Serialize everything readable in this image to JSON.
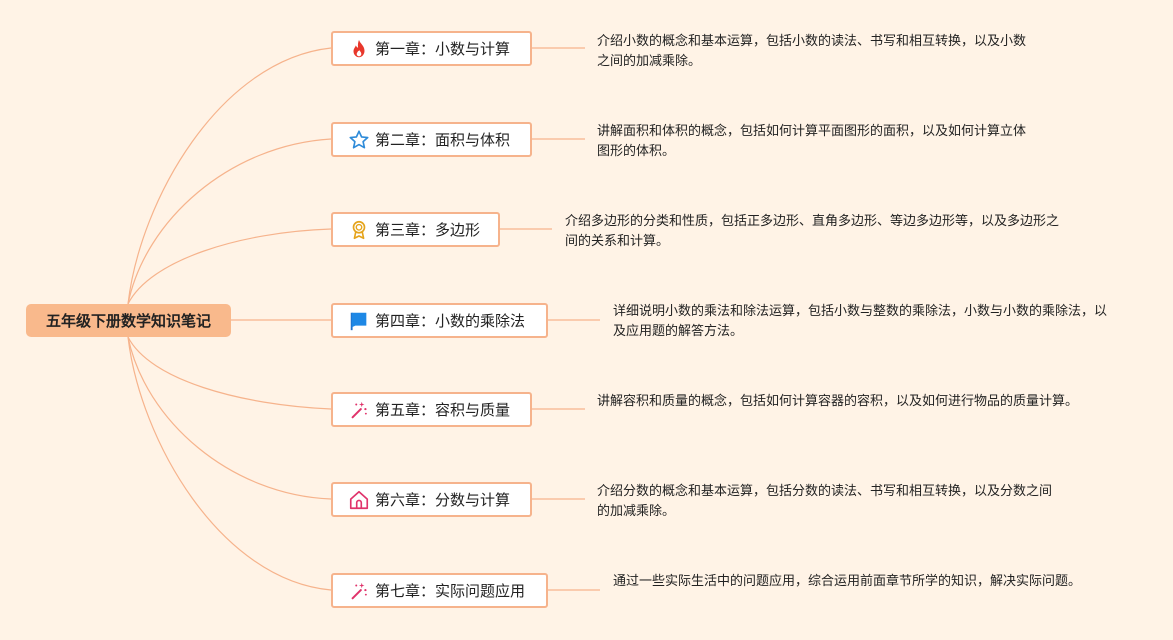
{
  "root": {
    "label": "五年级下册数学知识笔记"
  },
  "chapters": [
    {
      "label": "第一章：小数与计算",
      "icon": "fire-icon",
      "description": "介绍小数的概念和基本运算，包括小数的读法、书写和相互转换，以及小数之间的加减乘除。"
    },
    {
      "label": "第二章：面积与体积",
      "icon": "star-icon",
      "description": "讲解面积和体积的概念，包括如何计算平面图形的面积，以及如何计算立体图形的体积。"
    },
    {
      "label": "第三章：多边形",
      "icon": "award-medal-icon",
      "description": "介绍多边形的分类和性质，包括正多边形、直角多边形、等边多边形等，以及多边形之间的关系和计算。"
    },
    {
      "label": "第四章：小数的乘除法",
      "icon": "flag-icon",
      "description": "详细说明小数的乘法和除法运算，包括小数与整数的乘除法，小数与小数的乘除法，以及应用题的解答方法。"
    },
    {
      "label": "第五章：容积与质量",
      "icon": "magic-wand-icon",
      "description": "讲解容积和质量的概念，包括如何计算容器的容积，以及如何进行物品的质量计算。"
    },
    {
      "label": "第六章：分数与计算",
      "icon": "house-icon",
      "description": "介绍分数的概念和基本运算，包括分数的读法、书写和相互转换，以及分数之间的加减乘除。"
    },
    {
      "label": "第七章：实际问题应用",
      "icon": "magic-wand-icon",
      "description": "通过一些实际生活中的问题应用，综合运用前面章节所学的知识，解决实际问题。"
    }
  ],
  "colors": {
    "background": "#fff3e6",
    "root_fill": "#f9b98c",
    "branch_border": "#f6b38c",
    "connector": "#f6b38c"
  }
}
